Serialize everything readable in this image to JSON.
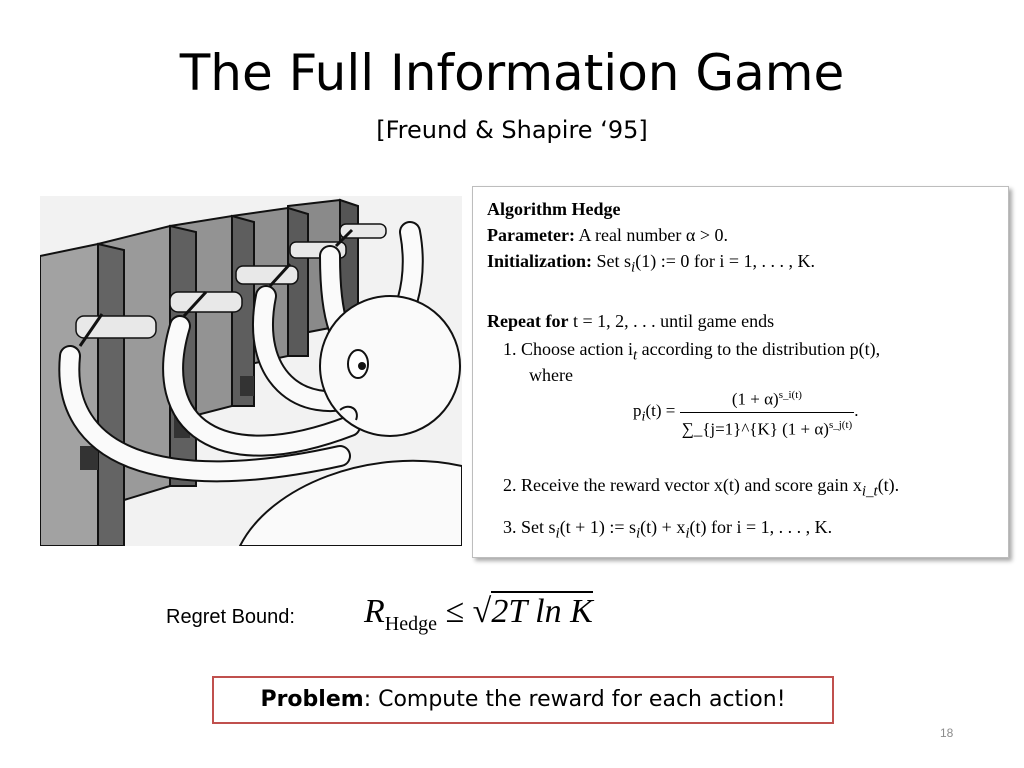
{
  "slide": {
    "title": "The Full Information Game",
    "subtitle": "[Freund & Shapire ‘95]",
    "page_number": "18"
  },
  "illustration": {
    "icon": "octopus-slot-machines-illustration"
  },
  "algorithm": {
    "name_label": "Algorithm Hedge",
    "param_label": "Parameter:",
    "param_text": "A real number α > 0.",
    "init_label": "Initialization:",
    "init_text": "Set s",
    "init_text_sub": "i",
    "init_text_rest": "(1) := 0 for i = 1, . . . , K.",
    "repeat_label": "Repeat for",
    "repeat_text": "t = 1, 2, . . . until game ends",
    "step1_num": "1.",
    "step1_text": "Choose action i",
    "step1_sub": "t",
    "step1_text_rest": "according to the distribution p(t),",
    "step1_where": "where",
    "formula_lhs": "p",
    "formula_lhs_sub": "i",
    "formula_lhs_rest": "(t) =",
    "formula_numerator": "(1 + α)",
    "formula_numerator_sup": "s_i(t)",
    "formula_denominator": "∑_{j=1}^{K} (1 + α)",
    "formula_denominator_sup": "s_j(t)",
    "formula_end": ".",
    "step2_num": "2.",
    "step2_text": "Receive the reward vector x(t) and score gain x",
    "step2_sub": "i_t",
    "step2_text_rest": "(t).",
    "step3_num": "3.",
    "step3_text": "Set s",
    "step3_sub": "i",
    "step3_text_rest": "(t + 1) := s",
    "step3_sub2": "i",
    "step3_text_rest2": "(t) + x",
    "step3_sub3": "i",
    "step3_text_rest3": "(t) for i = 1, . . . , K."
  },
  "regret": {
    "label": "Regret Bound:",
    "lhs": "R",
    "lhs_sub": "Hedge",
    "relation": "≤",
    "sqrt_symbol": "√",
    "rhs": "2T ln K"
  },
  "problem": {
    "label": "Problem",
    "text": ": Compute the reward for each action!"
  },
  "colors": {
    "problem_border": "#c0504d",
    "page_number": "#8c8c8c",
    "algo_border": "#bdbdbd"
  }
}
